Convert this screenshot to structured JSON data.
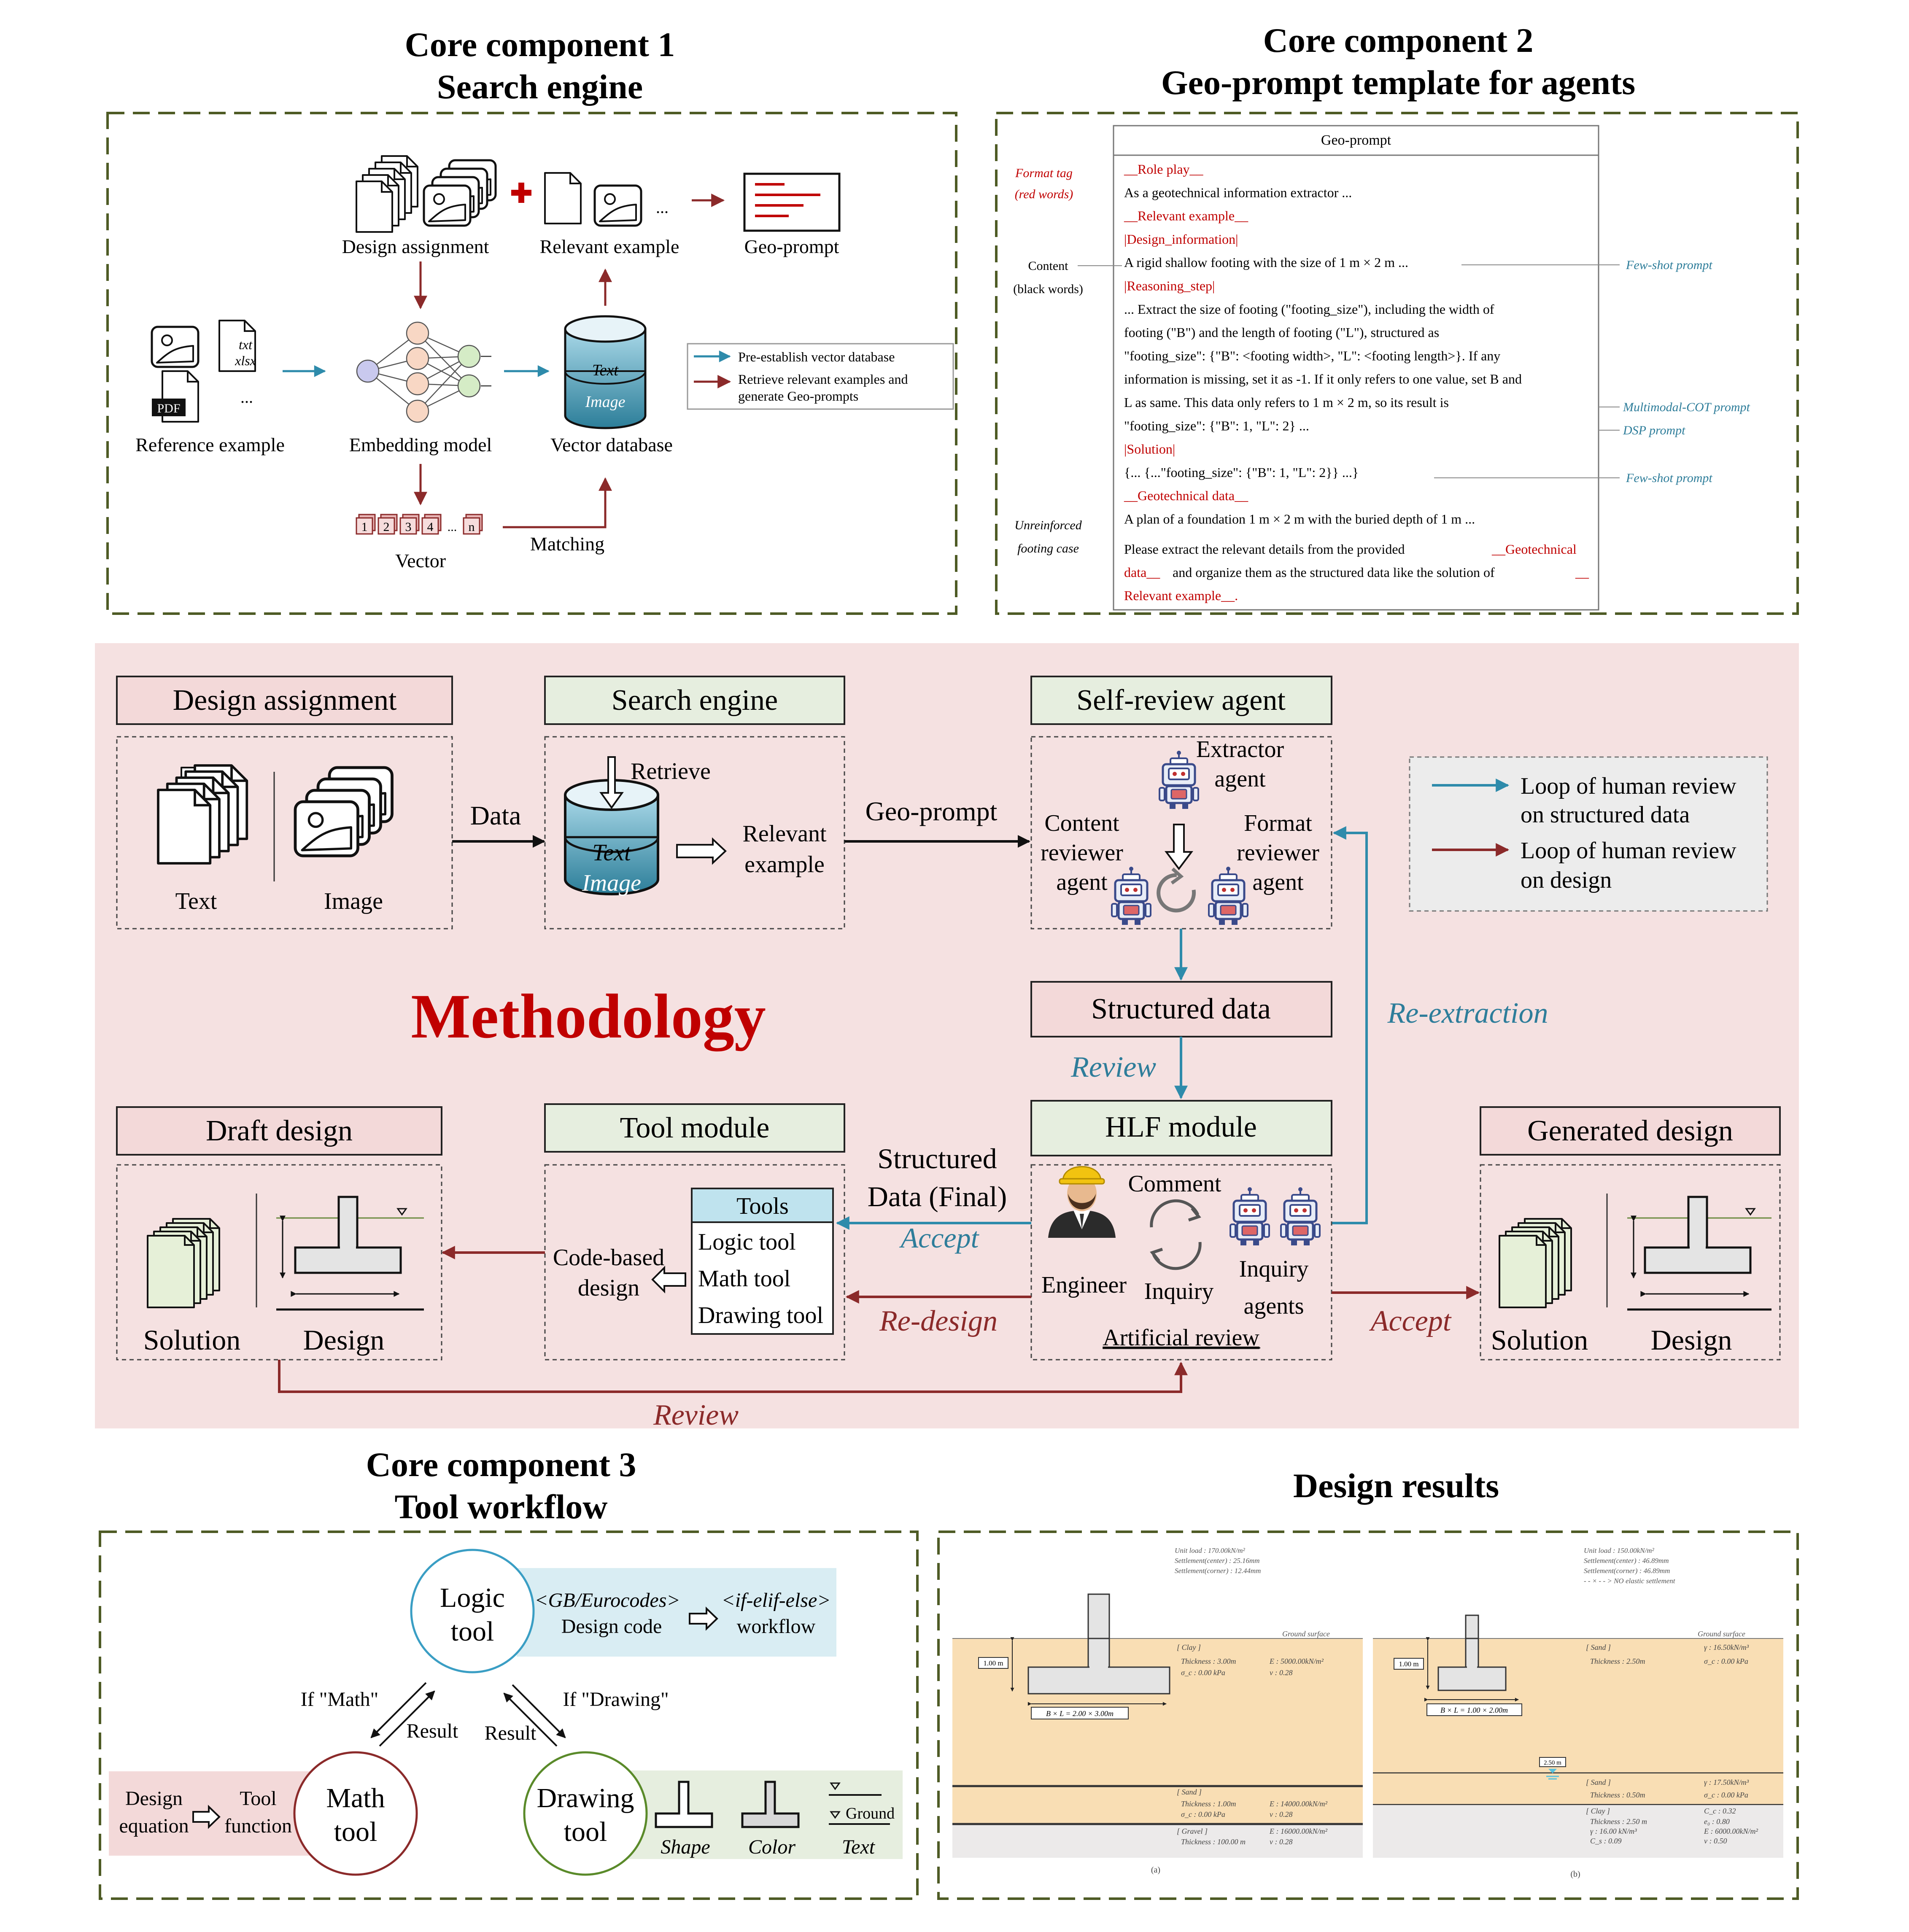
{
  "colors": {
    "red": "#c00000",
    "dark_red": "#8b2a2a",
    "teal": "#2e8bab",
    "teal_text": "#2e7d9a",
    "pink_bg": "#f5e1e1",
    "header_pink": "#f3d9d9",
    "header_green": "#e6eedf",
    "tool_header_blue": "#bfe3ee",
    "dash_green": "#4e5b25",
    "soil_sand": "#f9deb4",
    "soil_gray": "#eceaea"
  },
  "cc1": {
    "title1": "Core component 1",
    "title2": "Search engine",
    "design_assignment": "Design assignment",
    "relevant_example": "Relevant example",
    "geo_prompt": "Geo-prompt",
    "reference_example": "Reference example",
    "embedding_model": "Embedding model",
    "vector_database": "Vector database",
    "vector": "Vector",
    "matching": "Matching",
    "txt": "txt",
    "xlsx": "xlsx",
    "pdf": "PDF",
    "ellipsis": "...",
    "db_text": "Text",
    "db_image": "Image",
    "legend1": "Pre-establish vector database",
    "legend2a": "Retrieve relevant examples and",
    "legend2b": "generate Geo-prompts",
    "vec_cells": [
      "1",
      "2",
      "3",
      "4",
      "...",
      "n"
    ]
  },
  "cc2": {
    "title1": "Core component 2",
    "title2": "Geo-prompt template for agents",
    "box_title": "Geo-prompt",
    "side_left": [
      "Format tag",
      "(red words)",
      "Content",
      "(black words)",
      "Unreinforced",
      "footing case"
    ],
    "side_right": [
      "Few-shot prompt",
      "Multimodal-COT prompt",
      "DSP  prompt",
      "Few-shot prompt"
    ],
    "lines": [
      {
        "t": "__Role play__",
        "c": "red"
      },
      {
        "t": "As a geotechnical information extractor ...",
        "c": "black"
      },
      {
        "t": "__Relevant example__",
        "c": "red"
      },
      {
        "t": "|Design_information|",
        "c": "red"
      },
      {
        "t": "A rigid shallow footing with the size of 1 m × 2 m ...",
        "c": "black"
      },
      {
        "t": "|Reasoning_step|",
        "c": "red"
      },
      {
        "t": "... Extract the size of footing (\"footing_size\"), including the width of",
        "c": "black"
      },
      {
        "t": "footing (\"B\") and the length of footing  (\"L\"),  structured as",
        "c": "black"
      },
      {
        "t": "\"footing_size\": {\"B\": <footing width>, \"L\": <footing length>}. If any",
        "c": "black"
      },
      {
        "t": "information is missing, set it as -1. If it only refers to one value, set B and",
        "c": "black"
      },
      {
        "t": "L as same.  This data only refers to 1 m ×  2 m, so its result is",
        "c": "black"
      },
      {
        "t": "\"footing_size\": {\"B\": 1, \"L\": 2} ...",
        "c": "black"
      },
      {
        "t": "|Solution|",
        "c": "red"
      },
      {
        "t": "{... {...\"footing_size\": {\"B\": 1, \"L\": 2}} ...}",
        "c": "black"
      },
      {
        "t": "__Geotechnical data__",
        "c": "red"
      },
      {
        "t": "A plan of a foundation 1 m × 2 m with the buried depth of 1 m ...",
        "c": "black"
      }
    ],
    "last1_black": "Please extract the relevant details from the provided",
    "last1_red": "__Geotechnical",
    "last2_red": "data__",
    "last2_black": "and organize them as the structured data like the solution of",
    "last2_red2": "__",
    "last3_red": "Relevant example__."
  },
  "method": {
    "title": "Methodology",
    "design_assignment": "Design assignment",
    "text": "Text",
    "image": "Image",
    "data": "Data",
    "search_engine": "Search engine",
    "retrieve": "Retrieve",
    "db_text": "Text",
    "db_image": "Image",
    "relevant1": "Relevant",
    "relevant2": "example",
    "geo_prompt": "Geo-prompt",
    "self_review": "Self-review agent",
    "extractor1": "Extractor",
    "extractor2": "agent",
    "content1": "Content",
    "content2": "reviewer",
    "content3": "agent",
    "format1": "Format",
    "format2": "reviewer",
    "format3": "agent",
    "legend1a": "Loop of human review",
    "legend1b": "on structured data",
    "legend2a": "Loop of human review",
    "legend2b": "on design",
    "structured_data": "Structured data",
    "review": "Review",
    "re_extraction": "Re-extraction",
    "hlf": "HLF module",
    "tool_module": "Tool module",
    "draft_design": "Draft design",
    "generated_design": "Generated design",
    "structured_final1": "Structured",
    "structured_final2": "Data (Final)",
    "accept": "Accept",
    "re_design": "Re-design",
    "accept2": "Accept",
    "comment": "Comment",
    "engineer": "Engineer",
    "inquiry": "Inquiry",
    "inquiry_agents1": "Inquiry",
    "inquiry_agents2": "agents",
    "artificial_review": "Artificial review",
    "tools_title": "Tools",
    "tools": [
      "Logic tool",
      "Math tool",
      "Drawing tool"
    ],
    "code_based1": "Code-based",
    "code_based2": "design",
    "solution": "Solution",
    "design": "Design",
    "review_bottom": "Review"
  },
  "cc3": {
    "title1": "Core component 3",
    "title2": "Tool workflow",
    "logic1": "Logic",
    "logic2": "tool",
    "gb": "<GB/Eurocodes>",
    "design_code": "Design code",
    "ifelif": "<if-elif-else>",
    "workflow": "workflow",
    "if_math": "If \"Math\"",
    "if_drawing": "If \"Drawing\"",
    "result": "Result",
    "math1": "Math",
    "math2": "tool",
    "design_eq1": "Design",
    "design_eq2": "equation",
    "tool_fn1": "Tool",
    "tool_fn2": "function",
    "drawing1": "Drawing",
    "drawing2": "tool",
    "shape": "Shape",
    "color": "Color",
    "text": "Text",
    "ground": "Ground"
  },
  "results": {
    "title": "Design results",
    "a": {
      "info": [
        "Unit load : 170.00kN/m²",
        "Settlement(center) : 25.16mm",
        "Settlement(corner) : 12.44mm"
      ],
      "ground": "Ground surface",
      "depth": "1.00 m",
      "size": "B × L = 2.00 × 3.00m",
      "layers": [
        {
          "name": "[ Clay ]",
          "l1": "Thickness : 3.00m",
          "l2": "σ_c : 0.00 kPa",
          "r1": "E : 5000.00kN/m²",
          "r2": "ν : 0.28"
        },
        {
          "name": "[ Sand ]",
          "l1": "Thickness : 1.00m",
          "l2": "σ_c : 0.00 kPa",
          "r1": "E : 14000.00kN/m²",
          "r2": "ν : 0.28"
        },
        {
          "name": "[ Gravel ]",
          "l1": "Thickness : 100.00 m",
          "l2": "",
          "r1": "E : 16000.00kN/m²",
          "r2": "ν : 0.28"
        }
      ],
      "label": "(a)"
    },
    "b": {
      "info": [
        "Unit load : 150.00kN/m²",
        "Settlement(center) : 46.89mm",
        "Settlement(corner) : 46.89mm",
        "- - × - - > NO elastic settlement"
      ],
      "ground": "Ground surface",
      "depth": "1.00 m",
      "size": "B × L = 1.00 × 2.00m",
      "water": "2.50 m",
      "layers": [
        {
          "name": "[ Sand ]",
          "l1": "Thickness : 2.50m",
          "l2": "",
          "r1": "γ : 16.50kN/m³",
          "r2": "σ_c : 0.00 kPa"
        },
        {
          "name": "[ Sand ]",
          "l1": "Thickness : 0.50m",
          "l2": "",
          "r1": "γ : 17.50kN/m³",
          "r2": "σ_c : 0.00 kPa"
        },
        {
          "name": "[ Clay ]",
          "l1": "Thickness : 2.50 m",
          "l2": "γ : 16.00 kN/m³",
          "l3": "C_s : 0.09",
          "r1": "C_c : 0.32",
          "r2": "e₀ : 0.80",
          "r3": "E : 6000.00kN/m²",
          "r4": "ν : 0.50"
        }
      ],
      "label": "(b)"
    }
  }
}
